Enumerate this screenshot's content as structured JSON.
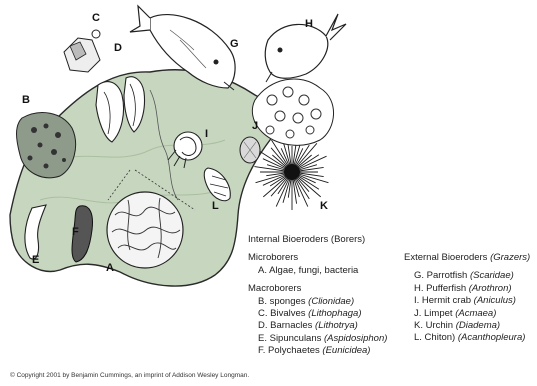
{
  "labels": {
    "A": "A",
    "B": "B",
    "C": "C",
    "D": "D",
    "E": "E",
    "F": "F",
    "G": "G",
    "H": "H",
    "I": "I",
    "J": "J",
    "K": "K",
    "L": "L"
  },
  "internal": {
    "heading": "Internal Bioeroders (Borers)",
    "micro_heading": "Microborers",
    "micro_items": [
      {
        "text": "A.  Algae, fungi, bacteria",
        "sci": ""
      }
    ],
    "macro_heading": "Macroborers",
    "macro_items": [
      {
        "text": "B. sponges ",
        "sci": "(Clionidae)"
      },
      {
        "text": "C. Bivalves ",
        "sci": "(Lithophaga)"
      },
      {
        "text": "D. Barnacles ",
        "sci": "(Lithotrya)"
      },
      {
        "text": "E. Sipunculans ",
        "sci": "(Aspidosiphon)"
      },
      {
        "text": "F. Polychaetes ",
        "sci": "(Eunicidea)"
      }
    ]
  },
  "external": {
    "heading_text": "External Bioeroders ",
    "heading_sci": "(Grazers)",
    "items": [
      {
        "text": "G. Parrotfish ",
        "sci": "(Scaridae)"
      },
      {
        "text": "H. Pufferfish ",
        "sci": "(Arothron)"
      },
      {
        "text": "I. Hermit crab ",
        "sci": "(Aniculus)"
      },
      {
        "text": "J. Limpet ",
        "sci": "(Acmaea)"
      },
      {
        "text": "K. Urchin ",
        "sci": "(Diadema)"
      },
      {
        "text": "L. Chiton) ",
        "sci": "(Acanthopleura)"
      }
    ]
  },
  "copyright": "© Copyright 2001 by Benjamin Cummings, an imprint of Addison Wesley Longman.",
  "colors": {
    "rock": "#c7d7bf",
    "rock_dark": "#a9bf9f",
    "ink": "#2a2a2a"
  }
}
